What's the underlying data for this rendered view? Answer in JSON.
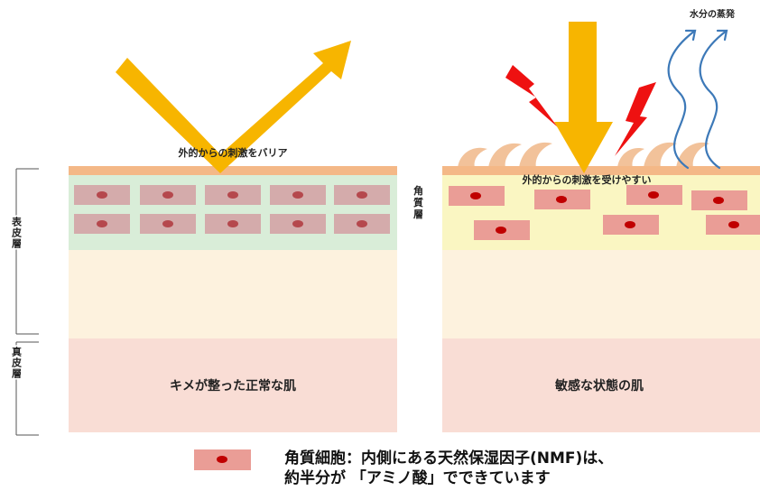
{
  "labels": {
    "left_barrier": "外的からの刺激をバリア",
    "right_stimulus": "外的からの刺激を受けやすい",
    "water_evaporation": "水分の蒸発",
    "stratum_corneum": "角質層",
    "epidermis": "表皮層",
    "dermis": "真皮層",
    "left_skin": "キメが整った正常な肌",
    "right_skin": "敏感な状態の肌"
  },
  "legend": {
    "line1": "角質細胞：内側にある天然保湿因子(NMF)は、",
    "line2": "約半分が 「アミノ酸」でできています"
  },
  "colors": {
    "top_line": "#f4b887",
    "stratum_left": "#d9edd8",
    "stratum_right": "#faf6c2",
    "epidermis": "#fdf2de",
    "dermis": "#f9ddd5",
    "cell_left": "#d4abab",
    "cell_right": "#ea9d96",
    "nucleus_left": "#b5484d",
    "nucleus_right": "#c00000",
    "arrow": "#f7b500",
    "lightning": "#ee1111",
    "wave": "#3d79b8",
    "flake": "#f2c29a"
  }
}
